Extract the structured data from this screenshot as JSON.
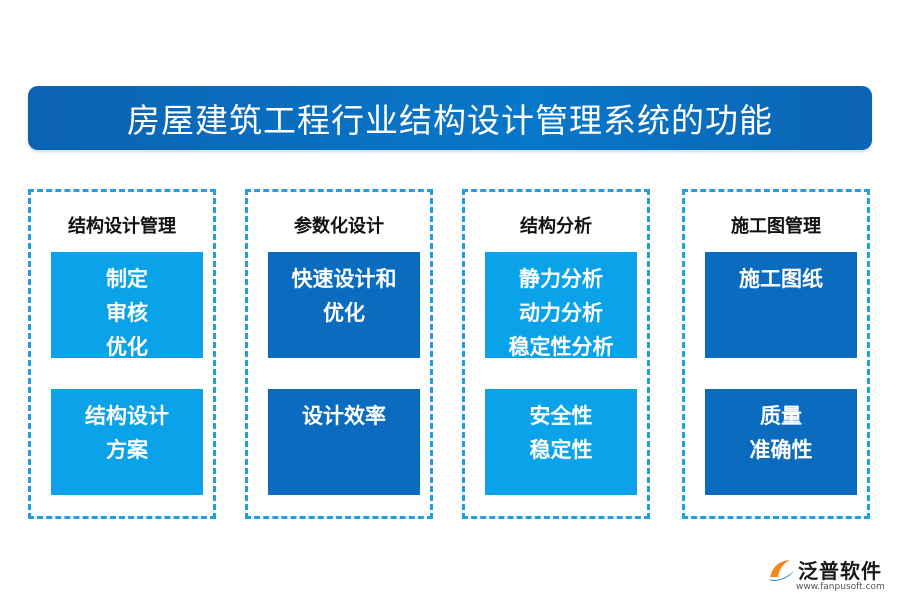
{
  "title": "房屋建筑工程行业结构设计管理系统的功能",
  "columns": [
    {
      "title": "结构设计管理",
      "tiles": [
        {
          "lines": [
            "制定",
            "审核",
            "优化"
          ]
        },
        {
          "lines": [
            "结构设计",
            "方案"
          ]
        }
      ]
    },
    {
      "title": "参数化设计",
      "tiles": [
        {
          "lines": [
            "快速设计和",
            "优化"
          ]
        },
        {
          "lines": [
            "设计效率"
          ]
        }
      ]
    },
    {
      "title": "结构分析",
      "tiles": [
        {
          "lines": [
            "静力分析",
            "动力分析",
            "稳定性分析"
          ]
        },
        {
          "lines": [
            "安全性",
            "稳定性"
          ]
        }
      ]
    },
    {
      "title": "施工图管理",
      "tiles": [
        {
          "lines": [
            "施工图纸"
          ]
        },
        {
          "lines": [
            "质量",
            "准确性"
          ]
        }
      ]
    }
  ],
  "logo": {
    "name": "泛普软件",
    "url": "www.fanpusoft.com"
  },
  "colors": {
    "title_bar": "#0877c9",
    "border_dashed": "#1f9fe0",
    "tile_light": "#0aa3ea",
    "tile_dark": "#0b6bbf",
    "logo_orange": "#f08a1d",
    "logo_blue": "#1a7fd0"
  }
}
